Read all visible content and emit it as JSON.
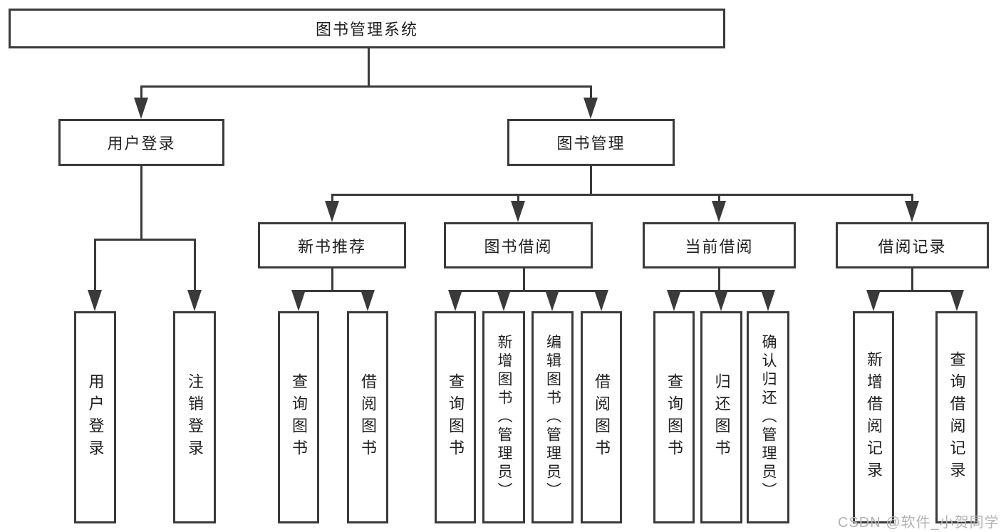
{
  "tree": {
    "root": "图书管理系统",
    "user_login": {
      "label": "用户登录",
      "children": [
        {
          "label": "用户登录"
        },
        {
          "label": "注销登录"
        }
      ]
    },
    "book_mgmt": {
      "label": "图书管理",
      "groups": [
        {
          "label": "新书推荐",
          "children": [
            {
              "label": "查询图书"
            },
            {
              "label": "借阅图书"
            }
          ]
        },
        {
          "label": "图书借阅",
          "children": [
            {
              "label": "查询图书"
            },
            {
              "label": "新增图书（管理员）"
            },
            {
              "label": "编辑图书（管理员）"
            },
            {
              "label": "借阅图书"
            }
          ]
        },
        {
          "label": "当前借阅",
          "children": [
            {
              "label": "查询图书"
            },
            {
              "label": "归还图书"
            },
            {
              "label": "确认归还（管理员）"
            }
          ]
        },
        {
          "label": "借阅记录",
          "children": [
            {
              "label": "新增借阅记录"
            },
            {
              "label": "查询借阅记录"
            }
          ]
        }
      ]
    }
  },
  "watermark": {
    "text": "CSDN @软件_小贺同学"
  },
  "colors": {
    "line": "#3a3a3a",
    "box_border": "#3a3a3a",
    "text": "#1f1f1f",
    "watermark": "#b3b3b3",
    "background": "#ffffff"
  }
}
